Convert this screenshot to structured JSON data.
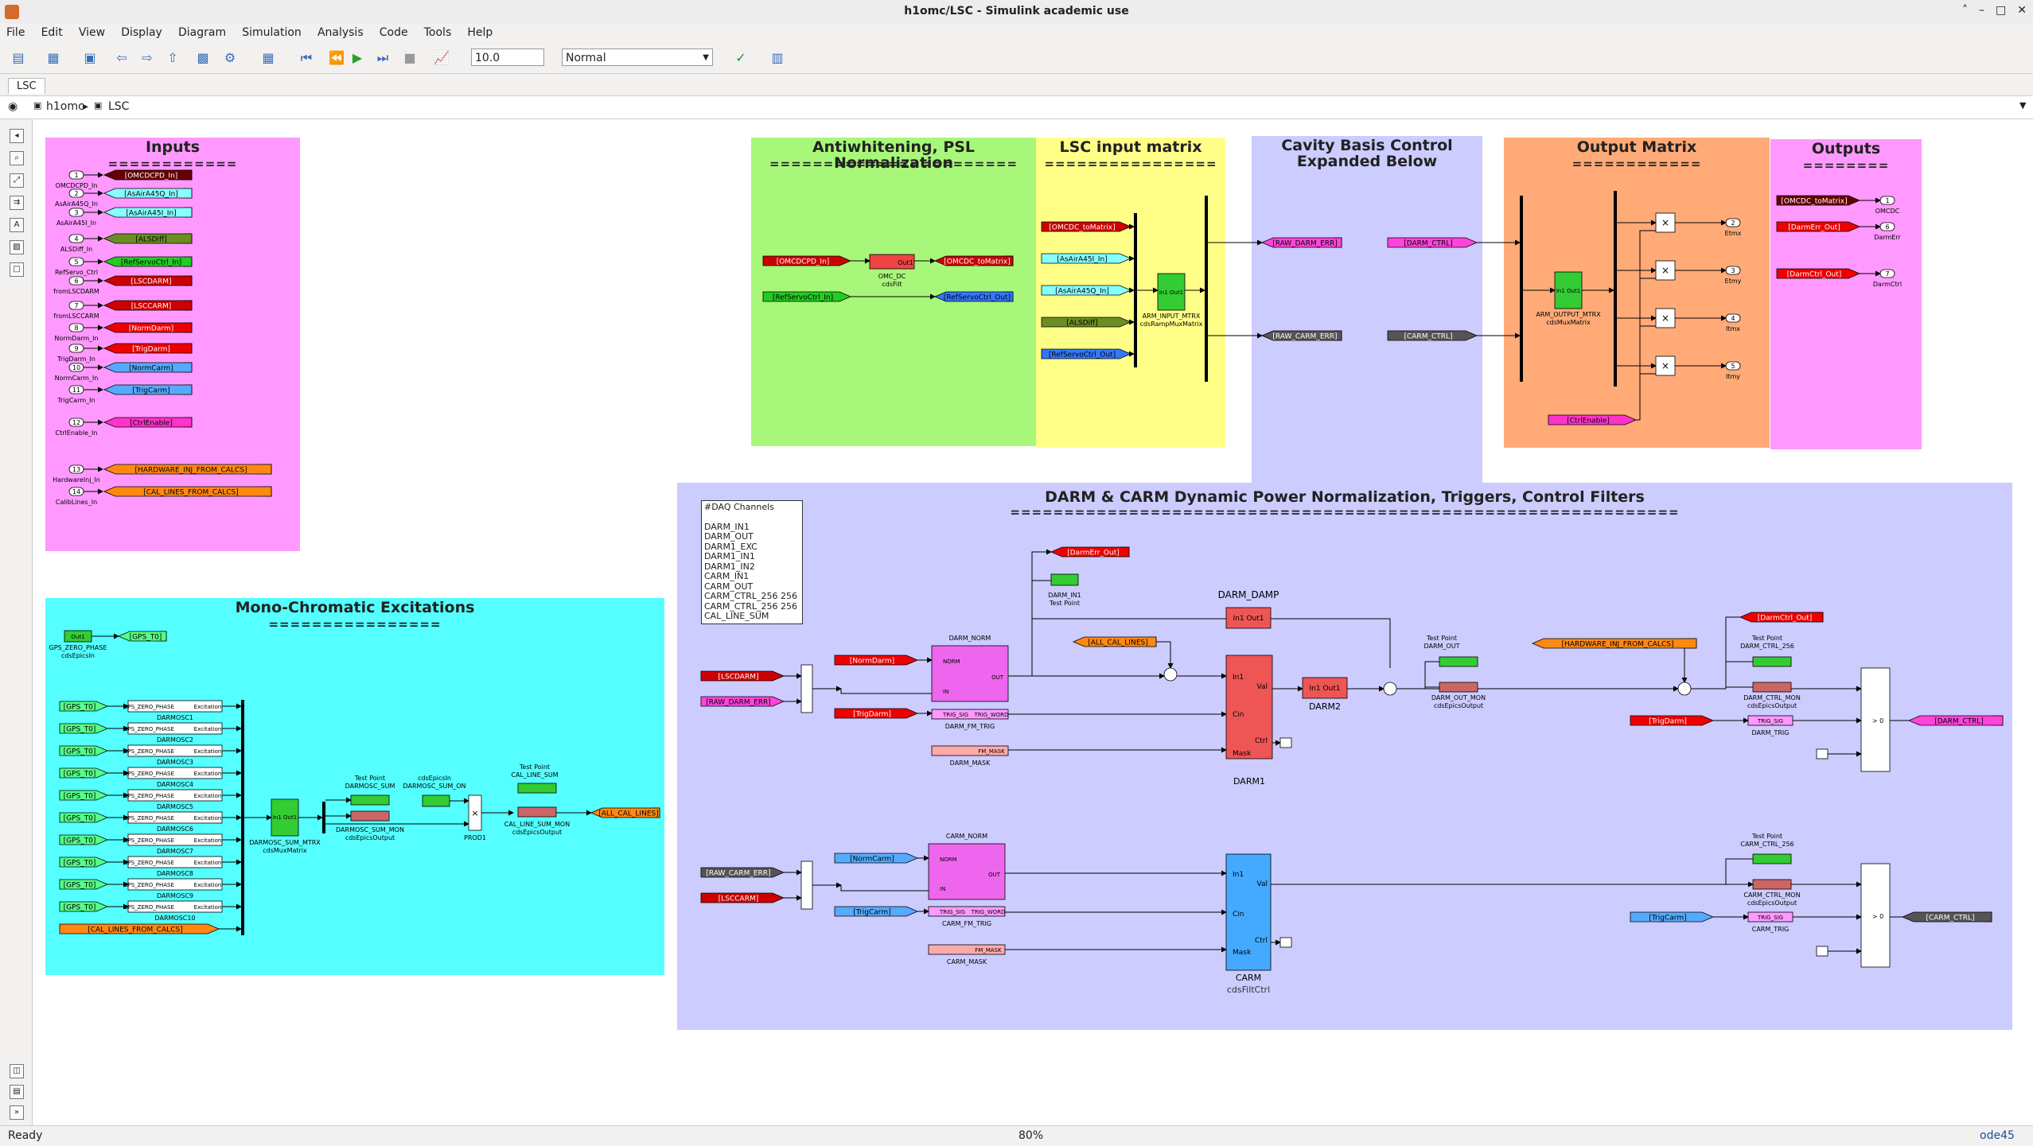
{
  "window": {
    "title": "h1omc/LSC - Simulink academic use"
  },
  "menu": [
    "File",
    "Edit",
    "View",
    "Display",
    "Diagram",
    "Simulation",
    "Analysis",
    "Code",
    "Tools",
    "Help"
  ],
  "toolbar": {
    "stop_time": "10.0",
    "sim_mode": "Normal"
  },
  "tab": {
    "label": "LSC"
  },
  "breadcrumb": {
    "root": "h1omc",
    "child": "LSC"
  },
  "status": {
    "left": "Ready",
    "zoom": "80%",
    "solver": "ode45"
  },
  "colors": {
    "inputs": "#ff99ff",
    "antiwhite": "#a8f77a",
    "lscmatrix": "#ffff88",
    "cavity": "#ccccff",
    "output_matrix": "#ffaa77",
    "outputs": "#ff99ff",
    "mono": "#55ffff",
    "darm_carm": "#ccccff"
  },
  "areas": {
    "inputs": {
      "title": "Inputs",
      "eq": "============"
    },
    "antiwhite": {
      "title": "Antiwhitening, PSL Normalization",
      "eq": "======================="
    },
    "lscmatrix": {
      "title": "LSC input matrix",
      "eq": "================"
    },
    "cavity": {
      "title1": "Cavity Basis Control",
      "title2": "Expanded Below"
    },
    "output_matrix": {
      "title": "Output Matrix",
      "eq": "============"
    },
    "outputs": {
      "title": "Outputs",
      "eq": "========"
    },
    "mono": {
      "title": "Mono-Chromatic Excitations",
      "eq": "================"
    },
    "darmcarm": {
      "title": "DARM & CARM Dynamic Power Normalization, Triggers, Control Filters",
      "eq": "=============================================================="
    }
  },
  "inputs": [
    {
      "n": "1",
      "label": "[OMCDCPD_In]",
      "name": "OMCDCPD_In",
      "color": "#660000"
    },
    {
      "n": "2",
      "label": "[AsAirA45Q_In]",
      "name": "AsAirA45Q_In",
      "color": "#88ffff"
    },
    {
      "n": "3",
      "label": "[AsAirA45I_In]",
      "name": "AsAirA45I_In",
      "color": "#88ffff"
    },
    {
      "n": "4",
      "label": "[ALSDiff]",
      "name": "ALSDiff_In",
      "color": "#6b8e23"
    },
    {
      "n": "5",
      "label": "[RefServoCtrl_In]",
      "name": "RefServo_Ctrl",
      "color": "#22cc22"
    },
    {
      "n": "6",
      "label": "[LSCDARM]",
      "name": "fromLSCDARM",
      "color": "#cc0000"
    },
    {
      "n": "7",
      "label": "[LSCCARM]",
      "name": "fromLSCCARM",
      "color": "#cc0000"
    },
    {
      "n": "8",
      "label": "[NormDarm]",
      "name": "NormDarm_In",
      "color": "#ee0000"
    },
    {
      "n": "9",
      "label": "[TrigDarm]",
      "name": "TrigDarm_In",
      "color": "#ee0000"
    },
    {
      "n": "10",
      "label": "[NormCarm]",
      "name": "NormCarm_In",
      "color": "#55aaff"
    },
    {
      "n": "11",
      "label": "[TrigCarm]",
      "name": "TrigCarm_In",
      "color": "#55aaff"
    },
    {
      "n": "12",
      "label": "[CtrlEnable]",
      "name": "CtrlEnable_In",
      "color": "#ff33cc"
    },
    {
      "n": "13",
      "label": "[HARDWARE_INJ_FROM_CALCS]",
      "name": "HardwareInj_In",
      "color": "#ff8811"
    },
    {
      "n": "14",
      "label": "[CAL_LINES_FROM_CALCS]",
      "name": "CalibLines_In",
      "color": "#ff8811"
    }
  ],
  "antiwhite": {
    "from1": "[OMCDCPD_In]",
    "filt_name": "OMC_DC",
    "filt_sub": "cdsFilt",
    "goto1": "[OMCDC_toMatrix]",
    "from2": "[RefServoCtrl_In]",
    "goto2": "[RefServoCtrl_Out]",
    "port_out": "Out1"
  },
  "lsc_inputs": [
    "[OMCDC_toMatrix]",
    "[AsAirA45I_In]",
    "[AsAirA45Q_In]",
    "[ALSDiff]",
    "[RefServoCtrl_Out]"
  ],
  "lsc_matrix": {
    "name": "ARM_INPUT_MTRX",
    "sub": "cdsRampMuxMatrix",
    "port": "In1 Out1"
  },
  "cavity": {
    "goto1": "[RAW_DARM_ERR]",
    "goto2": "[RAW_CARM_ERR]"
  },
  "output_matrix": {
    "from1": "[DARM_CTRL]",
    "from2": "[CARM_CTRL]",
    "name": "ARM_OUTPUT_MTRX",
    "sub": "cdsMuxMatrix",
    "enable": "[CtrlEnable]",
    "outs": [
      {
        "n": "2",
        "label": "Etmx"
      },
      {
        "n": "3",
        "label": "Etmy"
      },
      {
        "n": "4",
        "label": "Itmx"
      },
      {
        "n": "5",
        "label": "Itmy"
      }
    ]
  },
  "outputs": [
    {
      "from": "[OMCDC_toMatrix]",
      "n": "1",
      "label": "OMCDC"
    },
    {
      "from": "[DarmErr_Out]",
      "n": "6",
      "label": "DarmErr"
    },
    {
      "from": "[DarmCtrl_Out]",
      "n": "7",
      "label": "DarmCtrl"
    }
  ],
  "mono": {
    "gps_src": "GPS_ZERO_PHASE",
    "gps_sub": "cdsEpicsIn",
    "gps_goto": "[GPS_T0]",
    "gps_port": "Out1",
    "rows": [
      {
        "from": "[GPS_T0]",
        "name": "DARMOSC1"
      },
      {
        "from": "[GPS_T0]",
        "name": "DARMOSC2"
      },
      {
        "from": "[GPS_T0]",
        "name": "DARMOSC3"
      },
      {
        "from": "[GPS_T0]",
        "name": "DARMOSC4"
      },
      {
        "from": "[GPS_T0]",
        "name": "DARMOSC5"
      },
      {
        "from": "[GPS_T0]",
        "name": "DARMOSC6"
      },
      {
        "from": "[GPS_T0]",
        "name": "DARMOSC7"
      },
      {
        "from": "[GPS_T0]",
        "name": "DARMOSC8"
      },
      {
        "from": "[GPS_T0]",
        "name": "DARMOSC9"
      },
      {
        "from": "[GPS_T0]",
        "name": "DARMOSC10"
      }
    ],
    "osc_in": "GPS_ZERO_PHASE",
    "osc_out": "Excitation",
    "cal_from": "[CAL_LINES_FROM_CALCS]",
    "sum_mtrx": "DARMOSC_SUM_MTRX",
    "sum_mtrx_sub": "cdsMuxMatrix",
    "tp_label": "Test Point",
    "tp1": "DARMOSC_SUM",
    "mon1": "DARMOSC_SUM_MON",
    "mon_sub": "cdsEpicsOutput",
    "epics_in": "cdsEpicsIn",
    "sum_on": "DARMOSC_SUM_ON",
    "prod": "PROD1",
    "tp2": "CAL_LINE_SUM",
    "mon2": "CAL_LINE_SUM_MON",
    "goto_all": "[ALL_CAL_LINES]"
  },
  "daq": {
    "title": "#DAQ Channels",
    "lines": [
      "DARM_IN1",
      "DARM_OUT",
      "DARM1_EXC",
      "DARM1_IN1",
      "DARM1_IN2",
      "CARM_IN1",
      "CARM_OUT",
      "CARM_CTRL_256    256",
      "CARM_CTRL_256    256",
      "CAL_LINE_SUM"
    ]
  },
  "darm": {
    "from_lsc": "[LSCDARM]",
    "from_raw": "[RAW_DARM_ERR]",
    "from_norm": "[NormDarm]",
    "from_trig": "[TrigDarm]",
    "norm": "DARM_NORM",
    "fm_trig": "DARM_FM_TRIG",
    "fm_mask": "DARM_MASK",
    "goto_err": "[DarmErr_Out]",
    "tp_in1": "DARM_IN1",
    "all_cal": "[ALL_CAL_LINES]",
    "damp": "DARM_DAMP",
    "darm1": "DARM1",
    "darm2": "DARM2",
    "tp_out": "DARM_OUT",
    "mon_out": "DARM_OUT_MON",
    "hw_inj": "[HARDWARE_INJ_FROM_CALCS]",
    "goto_ctrl": "[DarmCtrl_Out]",
    "ctrl256": "DARM_CTRL_256",
    "ctrl_mon": "DARM_CTRL_MON",
    "trig_from": "[TrigDarm]",
    "trig_name": "DARM_TRIG",
    "goto_darm_ctrl": "[DARM_CTRL]"
  },
  "carm": {
    "from_raw": "[RAW_CARM_ERR]",
    "from_lsc": "[LSCCARM]",
    "from_norm": "[NormCarm]",
    "from_trig": "[TrigCarm]",
    "norm": "CARM_NORM",
    "fm_trig": "CARM_FM_TRIG",
    "fm_mask": "CARM_MASK",
    "name": "CARM",
    "sub": "cdsFiltCtrl",
    "ctrl256": "CARM_CTRL_256",
    "ctrl_mon": "CARM_CTRL_MON",
    "trig_from": "[TrigCarm]",
    "trig_name": "CARM_TRIG",
    "goto_carm_ctrl": "[CARM_CTRL]"
  },
  "ports": {
    "in1": "In1",
    "val": "Val",
    "cin": "Cin",
    "ctrl": "Ctrl",
    "mask": "Mask",
    "out": "OUT",
    "norm": "NORM",
    "in": "IN",
    "out1": "Out1",
    "trig_sig": "TRIG_SIG",
    "trig_word": "TRIG_WORD",
    "fm_mask": "FM_MASK",
    "gt0": "> 0"
  }
}
